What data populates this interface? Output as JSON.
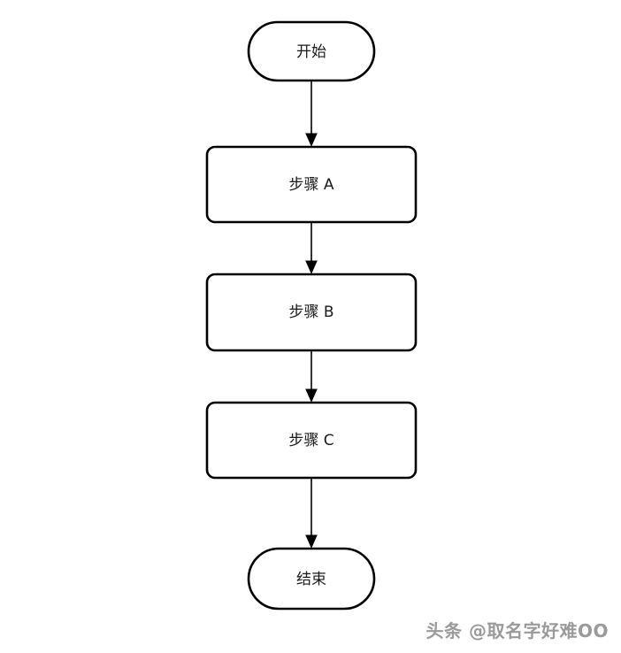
{
  "flowchart": {
    "title": "simple-vertical-flowchart",
    "stroke_color": "#000000",
    "fill_color": "#ffffff",
    "nodes": [
      {
        "id": "start",
        "type": "terminator",
        "label": "开始"
      },
      {
        "id": "step-a",
        "type": "process",
        "label": "步骤 A"
      },
      {
        "id": "step-b",
        "type": "process",
        "label": "步骤 B"
      },
      {
        "id": "step-c",
        "type": "process",
        "label": "步骤 C"
      },
      {
        "id": "end",
        "type": "terminator",
        "label": "结束"
      }
    ],
    "edges": [
      {
        "from": "start",
        "to": "step-a"
      },
      {
        "from": "step-a",
        "to": "step-b"
      },
      {
        "from": "step-b",
        "to": "step-c"
      },
      {
        "from": "step-c",
        "to": "end"
      }
    ]
  },
  "watermark": {
    "text": "头条 @取名字好难OO",
    "color": "#9a9a9a"
  }
}
